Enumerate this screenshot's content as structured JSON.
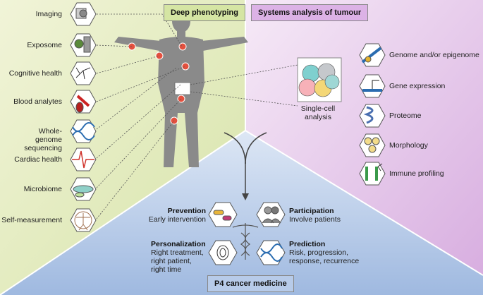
{
  "headers": {
    "deep_phenotyping": "Deep phenotyping",
    "systems_analysis": "Systems analysis of tumour",
    "p4": "P4 cancer medicine"
  },
  "left_labels": [
    "Imaging",
    "Exposome",
    "Cognitive health",
    "Blood analytes",
    "Whole-genome sequencing",
    "Cardiac health",
    "Microbiome",
    "Self-measurement"
  ],
  "single_cell": "Single-cell analysis",
  "right_labels": [
    "Genome and/or epigenome",
    "Gene expression",
    "Proteome",
    "Morphology",
    "Immune profiling"
  ],
  "p4_items": {
    "prevention": {
      "title": "Prevention",
      "desc": "Early intervention"
    },
    "participation": {
      "title": "Participation",
      "desc": "Involve patients"
    },
    "personalization": {
      "title": "Personalization",
      "desc": "Right treatment, right patient, right time"
    },
    "prediction": {
      "title": "Prediction",
      "desc": "Risk, progression, response, recurrence"
    }
  },
  "colors": {
    "left_panel": "#e8eec4",
    "right_panel": "#ecd6ee",
    "bottom_panel": "#c9d8ee",
    "human": "#8a8a8a",
    "dot": "#e4503e"
  }
}
